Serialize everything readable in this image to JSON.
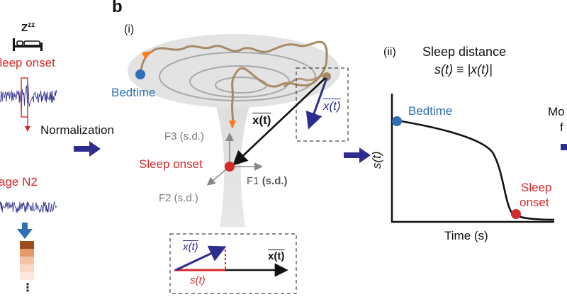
{
  "left": {
    "zzz": "Z",
    "zzz_sup": "zz",
    "sleep_onset": "Sleep onset",
    "normalization": "Normalization",
    "stage_n2": "age N2",
    "ellipsis": "⋮"
  },
  "panel_b": {
    "letter": "b",
    "label_i": "(i)",
    "bedtime": "Bedtime",
    "sleep_onset": "Sleep onset",
    "x_vector": "x(t)",
    "x_dot": "x(t)",
    "f1": "F1",
    "f1_unit": "(s.d.)",
    "f2": "F2 (s.d.)",
    "f3": "F3 (s.d.)",
    "inset_xdot": "x(t)",
    "inset_x": "x(t)",
    "inset_sdot": "s(t)"
  },
  "panel_ii": {
    "label": "(ii)",
    "title": "Sleep distance",
    "formula": "s(t) ≡ |x(t)|",
    "ylabel": "s(t)",
    "xlabel": "Time (s)",
    "bedtime": "Bedtime",
    "sleep_onset_1": "Sleep",
    "sleep_onset_2": "onset"
  },
  "right_edge": {
    "line1": "Mo",
    "line2": "f"
  },
  "colors": {
    "red": "#d32a2a",
    "blue": "#2f6fb5",
    "navy": "#2d2d8f",
    "trajectory": "#a68a64",
    "orange": "#ff7a1a"
  },
  "stage_colors": [
    "#9c4a1e",
    "#e49a6a",
    "#f3c2a3",
    "#f8d9c6",
    "#fbe8dc"
  ]
}
